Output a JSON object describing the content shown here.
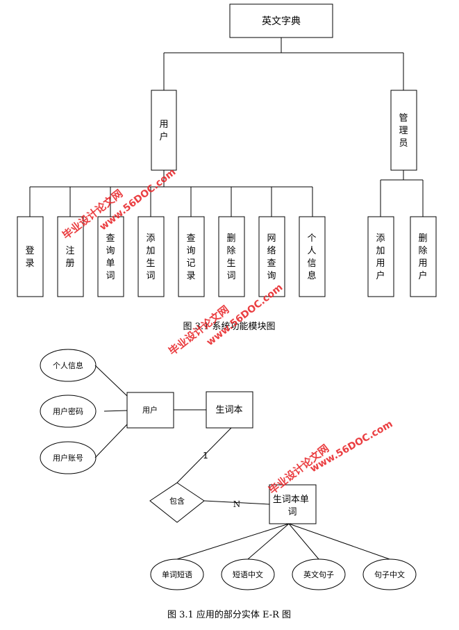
{
  "module_diagram": {
    "root": "英文字典",
    "user": "用户",
    "admin": "管理员",
    "user_functions": [
      "登录",
      "注册",
      "查询单词",
      "添加生词",
      "查询记录",
      "删除生词",
      "网络查询",
      "个人信息"
    ],
    "admin_functions": [
      "添加用户",
      "删除用户"
    ],
    "caption": "图 3.1 系统功能模块图"
  },
  "er_diagram": {
    "user_entity": "用户",
    "user_attributes": [
      "个人信息",
      "用户密码",
      "用户账号"
    ],
    "vocab_entity": "生词本",
    "relationship": "包含",
    "word_entity": "生词本单词",
    "cardinality_one": "1",
    "cardinality_many": "N",
    "word_attributes": [
      "单词短语",
      "短语中文",
      "英文句子",
      "句子中文"
    ],
    "caption": "图 3.1 应用的部分实体 E-R 图"
  },
  "watermark": {
    "line1": "毕业设计论文网",
    "line2": "www.56DOC.com",
    "color": "#e8292c"
  }
}
